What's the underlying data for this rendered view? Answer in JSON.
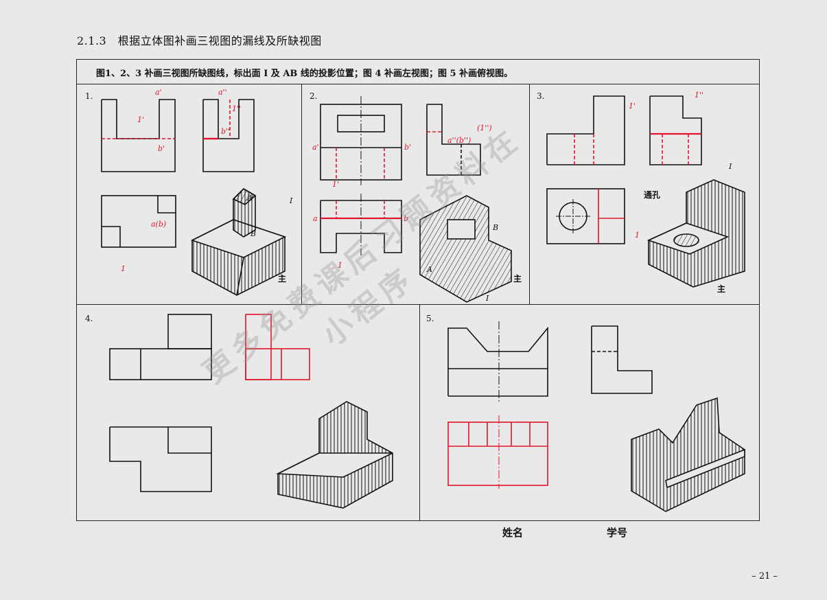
{
  "section_title": "2.1.3　根据立体图补画三视图的漏线及所缺视图",
  "instruction": "图1、2、3 补画三视图所缺图线，标出面 I 及 AB 线的投影位置；图 4 补画左视图；图 5 补画俯视图。",
  "problems": [
    {
      "number": "1.",
      "labels": [
        "a'",
        "a''",
        "1'",
        "1''",
        "b'",
        "b''",
        "a(b)",
        "1",
        "A",
        "B",
        "I",
        "主"
      ]
    },
    {
      "number": "2.",
      "labels": [
        "a'",
        "b'",
        "1'",
        "a''(b'')",
        "(1'')",
        "a",
        "b",
        "1",
        "B",
        "A",
        "I",
        "主"
      ]
    },
    {
      "number": "3.",
      "labels": [
        "1'",
        "1''",
        "1",
        "通孔",
        "I",
        "主"
      ]
    },
    {
      "number": "4.",
      "labels": []
    },
    {
      "number": "5.",
      "labels": []
    }
  ],
  "footer": {
    "name_label": "姓名",
    "id_label": "学号",
    "page_number": "– 21 –"
  },
  "watermark": {
    "line1": "更多免费课后习题资料在",
    "line2": "小程序"
  },
  "colors": {
    "ink": "#111111",
    "red_annotation": "#e0142a",
    "paper": "#e9e9ea"
  }
}
